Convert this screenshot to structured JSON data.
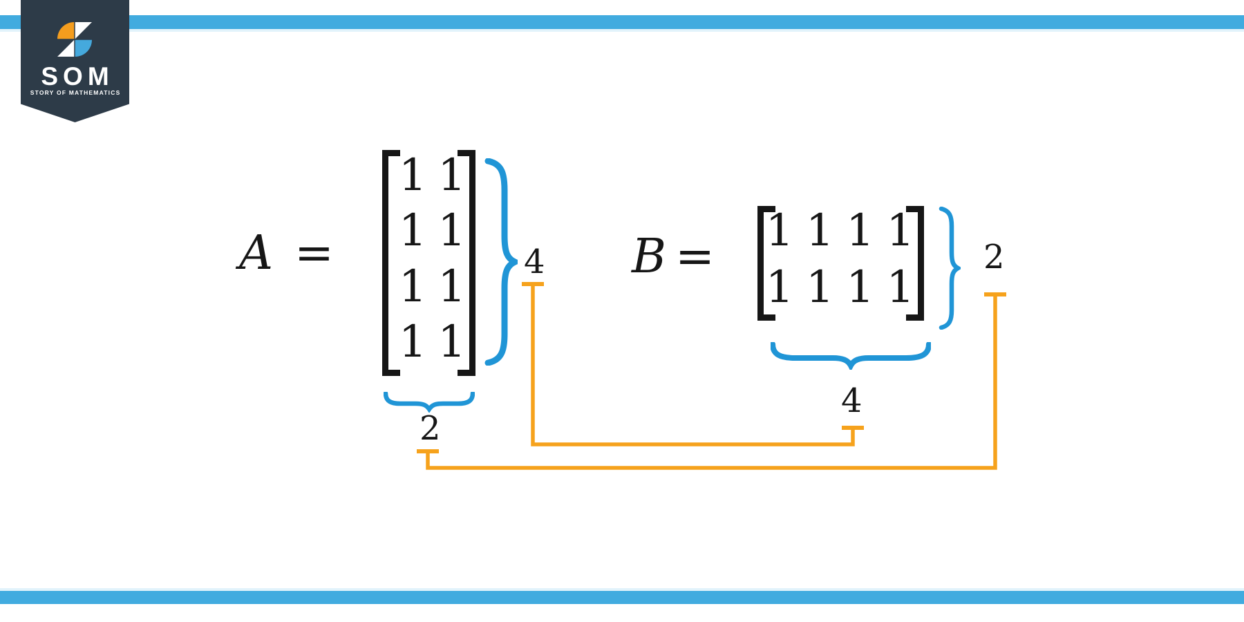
{
  "colors": {
    "accent-blue": "#2095d6",
    "accent-orange": "#f6a21c",
    "bar-blue": "#41abdf",
    "banner-navy": "#2d3b48",
    "logo-orange": "#f49d1e",
    "logo-blue": "#45a9dd",
    "ink": "#161616"
  },
  "logo": {
    "title": "SOM",
    "subtitle": "STORY OF MATHEMATICS"
  },
  "matrix_a": {
    "name": "A",
    "equals": "=",
    "rows": 4,
    "cols": 2,
    "entries": [
      [
        "1",
        "1"
      ],
      [
        "1",
        "1"
      ],
      [
        "1",
        "1"
      ],
      [
        "1",
        "1"
      ]
    ],
    "row_count_label": "4",
    "col_count_label": "2"
  },
  "matrix_b": {
    "name": "B",
    "equals": "=",
    "rows": 2,
    "cols": 4,
    "entries": [
      [
        "1",
        "1",
        "1",
        "1"
      ],
      [
        "1",
        "1",
        "1",
        "1"
      ]
    ],
    "row_count_label": "2",
    "col_count_label": "4"
  }
}
